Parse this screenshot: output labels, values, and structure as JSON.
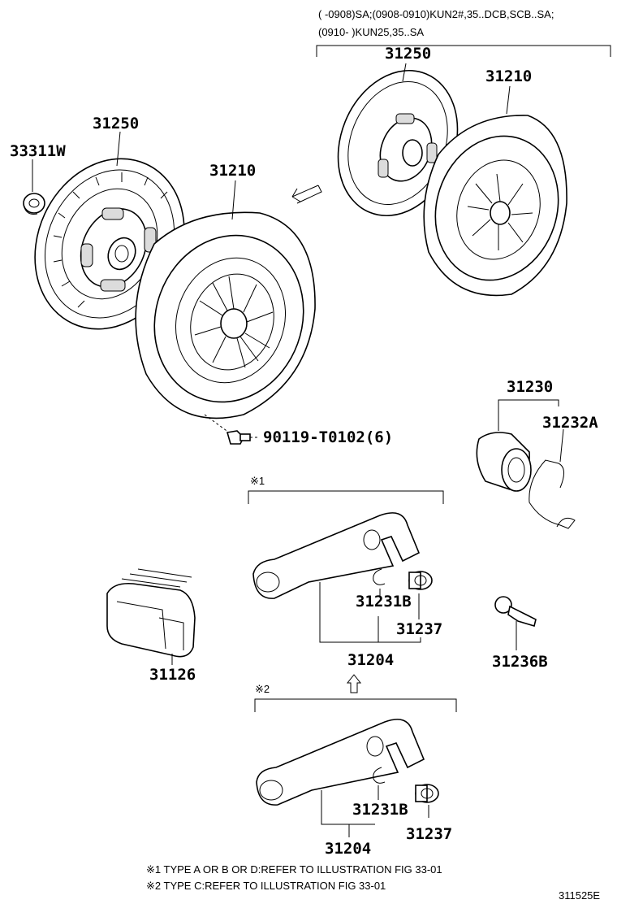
{
  "top_note": {
    "line1": "(      -0908)SA;(0908-0910)KUN2#,35..DCB,SCB..SA;",
    "line2": "(0910-       )KUN25,35..SA"
  },
  "labels": {
    "p33311w": "33311W",
    "p31250_left": "31250",
    "p31210_left": "31210",
    "p31250_right": "31250",
    "p31210_right": "31210",
    "p90119": "90119-T0102(6)",
    "p31230": "31230",
    "p31232a": "31232A",
    "p31126": "31126",
    "p31231b_a": "31231B",
    "p31237_a": "31237",
    "p31204_a": "31204",
    "p31236b": "31236B",
    "p31231b_b": "31231B",
    "p31237_b": "31237",
    "p31204_b": "31204"
  },
  "group_marks": {
    "mark1": "※1",
    "mark2": "※2"
  },
  "footnotes": {
    "note1": "※1  TYPE A OR B OR D:REFER TO ILLUSTRATION FIG 33-01",
    "note2": "※2  TYPE C:REFER TO ILLUSTRATION FIG 33-01"
  },
  "figure_id": "311525E"
}
